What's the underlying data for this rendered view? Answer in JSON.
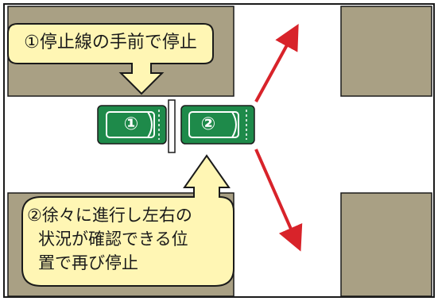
{
  "callouts": {
    "stop_before_line": "①停止線の手前で停止",
    "advance_slowly_lines": [
      "②徐々に進行し左右の",
      "状況が確認できる位",
      "置で再び停止"
    ]
  },
  "cars": [
    {
      "label": "①"
    },
    {
      "label": "②"
    }
  ],
  "colors": {
    "block": "#a9a084",
    "block_border": "#1a1a1a",
    "car": "#1e8a4a",
    "callout_fill": "#fff6b4",
    "callout_border": "#1a1a1a",
    "arrow": "#d8232a"
  },
  "icons": {
    "arrow": "red-diagonal-arrow",
    "car": "top-view-car-icon",
    "pointer": "yellow-down-pointer-arrow"
  }
}
